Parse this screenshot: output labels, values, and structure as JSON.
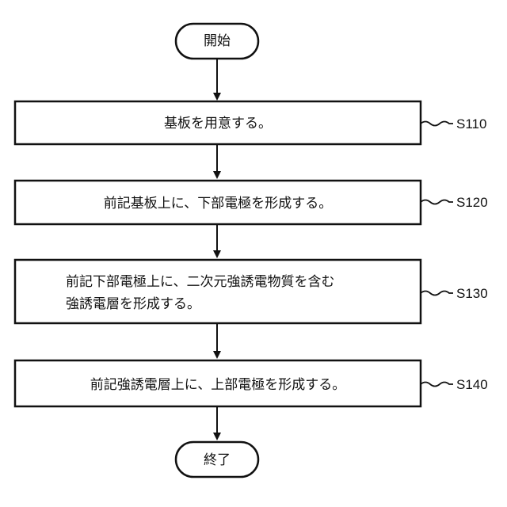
{
  "flowchart": {
    "start": {
      "label": "開始"
    },
    "steps": [
      {
        "id": "S110",
        "lines": [
          "基板を用意する。"
        ]
      },
      {
        "id": "S120",
        "lines": [
          "前記基板上に、下部電極を形成する。"
        ]
      },
      {
        "id": "S130",
        "lines": [
          "前記下部電極上に、二次元強誘電物質を含む",
          "強誘電層を形成する。"
        ]
      },
      {
        "id": "S140",
        "lines": [
          "前記強誘電層上に、上部電極を形成する。"
        ]
      }
    ],
    "end": {
      "label": "終了"
    }
  }
}
